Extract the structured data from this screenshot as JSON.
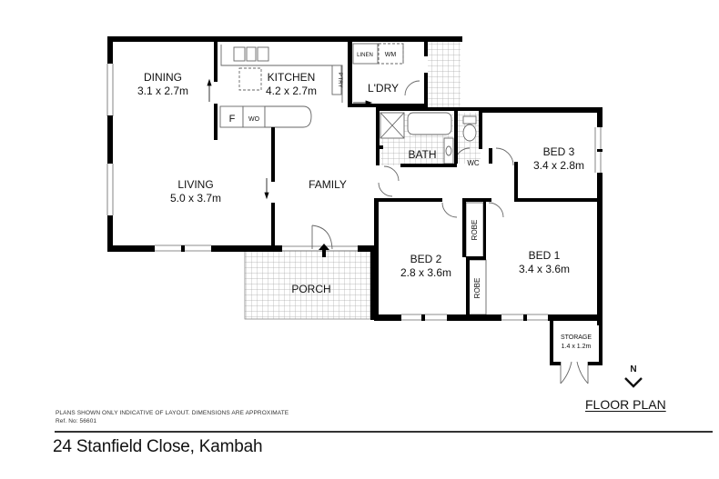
{
  "plan": {
    "title": "FLOOR PLAN",
    "address": "24 Stanfield Close, Kambah",
    "disclaimer": "PLANS SHOWN ONLY INDICATIVE OF LAYOUT.  DIMENSIONS ARE APPROXIMATE",
    "ref": "Ref. No: 56601",
    "north_label": "N",
    "colors": {
      "wall": "#000000",
      "line": "#555555",
      "tile": "#bbbbbb",
      "background": "#ffffff"
    }
  },
  "rooms": {
    "dining": {
      "name": "DINING",
      "size": "3.1 x 2.7m"
    },
    "kitchen": {
      "name": "KITCHEN",
      "size": "4.2 x 2.7m"
    },
    "living": {
      "name": "LIVING",
      "size": "5.0 x 3.7m"
    },
    "family": {
      "name": "FAMILY"
    },
    "laundry": {
      "name": "L'DRY"
    },
    "bath": {
      "name": "BATH"
    },
    "wc": {
      "name": "WC"
    },
    "bed1": {
      "name": "BED 1",
      "size": "3.4 x 3.6m"
    },
    "bed2": {
      "name": "BED 2",
      "size": "2.8 x 3.6m"
    },
    "bed3": {
      "name": "BED 3",
      "size": "3.4 x 2.8m"
    },
    "porch": {
      "name": "PORCH"
    },
    "storage": {
      "name": "STORAGE",
      "size": "1.4 x 1.2m"
    }
  },
  "fixtures": {
    "fridge": "F",
    "wall_oven": "WO",
    "pantry": "P'TRY",
    "linen": "LINEN",
    "washing_machine": "WM",
    "robe_1": "ROBE",
    "robe_2": "ROBE"
  }
}
